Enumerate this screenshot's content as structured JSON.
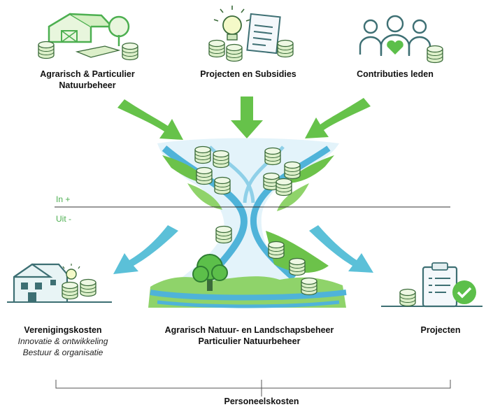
{
  "sources": [
    {
      "label": "Agrarisch & Particulier\nNatuurbeheer",
      "icon": "farm-barn-coins-icon"
    },
    {
      "label": "Projecten en Subsidies",
      "icon": "lightbulb-document-coins-icon"
    },
    {
      "label": "Contributies leden",
      "icon": "members-heart-coins-icon"
    }
  ],
  "divider": {
    "in_label": "In +",
    "out_label": "Uit -"
  },
  "center": {
    "line1": "Agrarisch Natuur- en Landschapsbeheer",
    "line2": "Particulier Natuurbeheer",
    "icon": "river-landscape-coins-icon"
  },
  "outputs": {
    "left": {
      "title": "Verenigingskosten",
      "sub1": "Innovatie & ontwikkeling",
      "sub2": "Bestuur & organisatie",
      "icon": "building-lightbulb-coins-icon"
    },
    "right": {
      "title": "Projecten",
      "icon": "clipboard-check-coins-icon"
    }
  },
  "bottom_bracket": {
    "label": "Personeelskosten"
  },
  "colors": {
    "green": "#5cbf4a",
    "dark_green": "#2e7d32",
    "blue_arrow": "#5bc0d8",
    "teal_icon": "#3d6f73",
    "river": "#4fb3d9"
  }
}
